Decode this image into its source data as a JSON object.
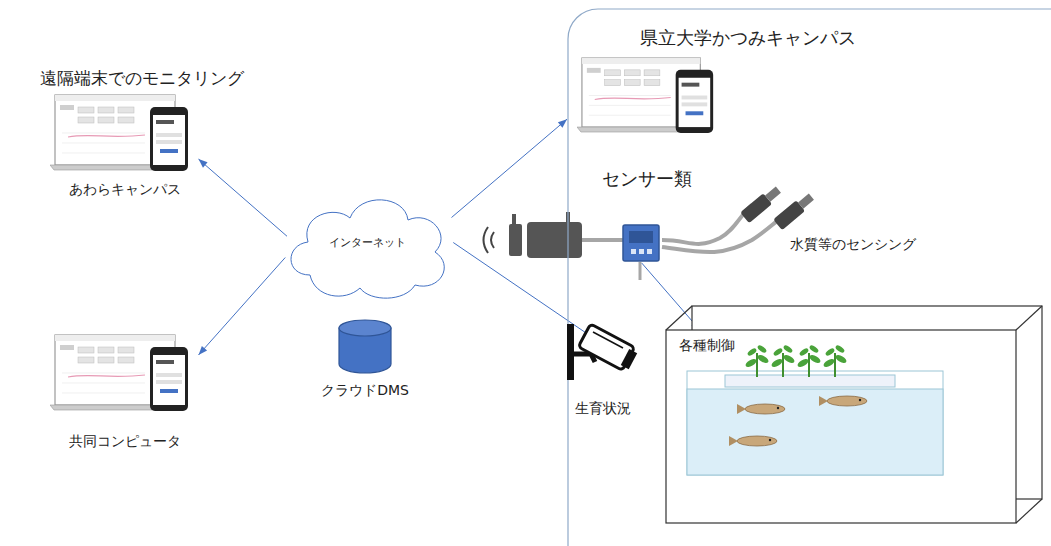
{
  "diagram": {
    "nodes": [
      {
        "text": [
          "県立大学かつみキャンパス"
        ]
      },
      {
        "text": [
          "インターネット"
        ]
      },
      {
        "text": [
          "あわらキャンパス"
        ]
      },
      {
        "text": [
          "共同コンピュータ"
        ]
      },
      {
        "text": [
          "クラウドDMS"
        ]
      },
      {
        "text": [
          "センサー類"
        ],
        "in": 0
      },
      {
        "text": [
          "生育状況"
        ],
        "in": 0
      },
      {
        "text": [
          "各種制御"
        ],
        "in": 0
      }
    ],
    "edges": [
      {
        "from": 1,
        "to": 2,
        "arrow": "to"
      },
      {
        "from": 1,
        "to": 3,
        "arrow": "to"
      },
      {
        "from": 1,
        "to": 0,
        "arrow": "to"
      },
      {
        "from": 1,
        "to": 6,
        "arrow": "none"
      },
      {
        "from": 5,
        "to": 7,
        "arrow": "to"
      }
    ],
    "labels": [
      "遠隔端末でのモニタリング",
      "水質等のセンシング"
    ]
  }
}
